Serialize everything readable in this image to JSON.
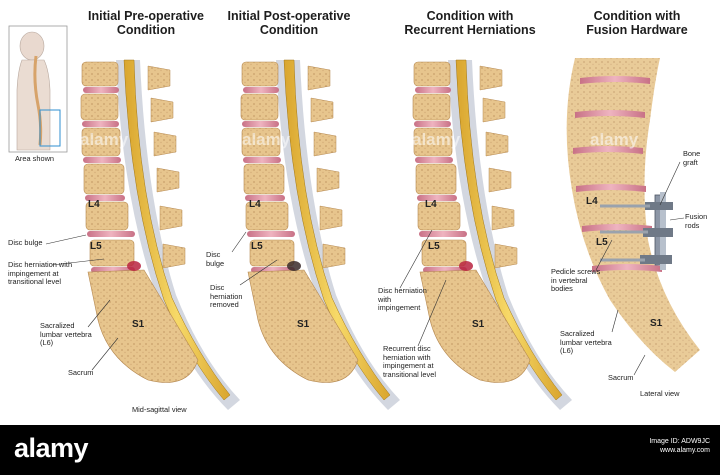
{
  "panels": [
    {
      "title_line1": "Initial Pre-operative",
      "title_line2": "Condition"
    },
    {
      "title_line1": "Initial Post-operative",
      "title_line2": "Condition"
    },
    {
      "title_line1": "Condition with",
      "title_line2": "Recurrent Herniations"
    },
    {
      "title_line1": "Condition with",
      "title_line2": "Fusion Hardware"
    }
  ],
  "inset": {
    "caption": "Area shown"
  },
  "vertebra_labels": {
    "l4": "L4",
    "l5": "L5",
    "s1": "S1"
  },
  "panel1_labels": {
    "disc_bulge": "Disc bulge",
    "herniation": "Disc herniation with impingement at transitional level",
    "sacralized": "Sacralized lumbar vertebra (L6)",
    "sacrum": "Sacrum",
    "view": "Mid-sagittal view"
  },
  "panel2_labels": {
    "disc_bulge": "Disc bulge",
    "removed": "Disc herniation removed"
  },
  "panel3_labels": {
    "impingement": "Disc herniation with impingement",
    "recurrent": "Recurrent disc herniation with impingement at transitional level"
  },
  "panel4_labels": {
    "bone_graft": "Bone graft",
    "fusion_rods": "Fusion rods",
    "pedicle_screws": "Pedicle screws in vertebral bodies",
    "sacralized": "Sacralized lumbar vertebra (L6)",
    "sacrum": "Sacrum",
    "view": "Lateral view"
  },
  "watermark": {
    "text": "alamy"
  },
  "footer": {
    "brand": "alamy",
    "image_id": "Image ID: ADW9JC",
    "site": "www.alamy.com"
  },
  "colors": {
    "bone": "#e8c98f",
    "disc": "#d98a9a",
    "cord": "#f2c84b",
    "dura": "#c9cdd8",
    "footer": "#000000"
  }
}
